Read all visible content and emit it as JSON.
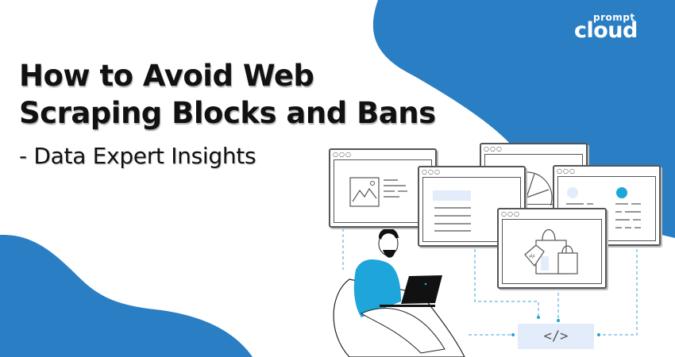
{
  "header": {
    "title_line1": "How to Avoid Web",
    "title_line2": "Scraping Blocks and Bans",
    "subtitle": "- Data Expert Insights"
  },
  "brand": {
    "logo_small": "prompt",
    "logo_big": "cloud",
    "primary_color": "#2a7fc4",
    "accent_color": "#1ea5d9",
    "light_fill": "#e3ecfb"
  },
  "illustration": {
    "windows": [
      {
        "name": "image-window",
        "dots": "○○○"
      },
      {
        "name": "chart-window",
        "dots": "○○○"
      },
      {
        "name": "text-window",
        "dots": "○○○"
      },
      {
        "name": "profile-window",
        "dots": "○○○"
      },
      {
        "name": "shopping-window",
        "dots": "○○○"
      }
    ],
    "code_symbol": "</>"
  }
}
